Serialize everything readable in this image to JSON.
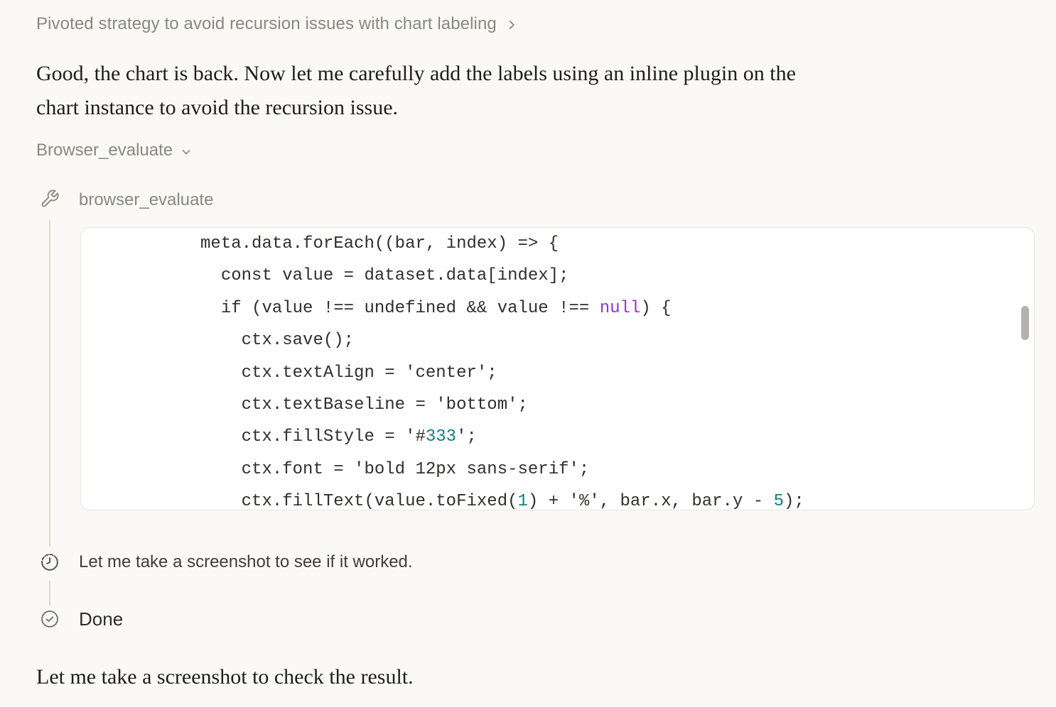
{
  "colors": {
    "page_bg": "#FAF9F5",
    "text_muted": "#8A877E",
    "text_body": "#1E1D1A",
    "step_text": "#3F3E39",
    "border": "#E7E5DF",
    "connector": "#DCDAD2",
    "scrollbar": "#B4B2AE",
    "code_bg": "#FFFFFF",
    "code_default": "#2F2F2C",
    "code_number": "#0E7C87",
    "code_keyword": "#9134D8"
  },
  "thinking_header": {
    "title": "Pivoted strategy to avoid recursion issues with chart labeling",
    "chevron_icon": "chevron-right-icon"
  },
  "message": {
    "paragraph_lines": [
      "Good, the chart is back. Now let me carefully add the labels using an inline plugin on the",
      "chart instance to avoid the recursion issue."
    ],
    "closing_text": "Let me take a screenshot to check the result."
  },
  "tool_section": {
    "dropdown_label": "Browser_evaluate",
    "dropdown_icon": "chevron-down-icon",
    "tool_name": "browser_evaluate",
    "tool_icon": "wrench-icon",
    "steps": [
      {
        "icon": "clock-icon",
        "text": "Let me take a screenshot to see if it worked."
      },
      {
        "icon": "check-circle-icon",
        "text": "Done"
      }
    ]
  },
  "code_block": {
    "has_vertical_scrollbar": true,
    "lines": [
      {
        "segments": [
          {
            "text": "          meta.data.forEach((bar, index) => {",
            "color": "code_default"
          }
        ]
      },
      {
        "segments": [
          {
            "text": "            const value = dataset.data[index];",
            "color": "code_default"
          }
        ]
      },
      {
        "segments": [
          {
            "text": "            if (value !== undefined && value !== ",
            "color": "code_default"
          },
          {
            "text": "null",
            "color": "code_keyword"
          },
          {
            "text": ") {",
            "color": "code_default"
          }
        ]
      },
      {
        "segments": [
          {
            "text": "              ctx.save();",
            "color": "code_default"
          }
        ]
      },
      {
        "segments": [
          {
            "text": "              ctx.textAlign = 'center';",
            "color": "code_default"
          }
        ]
      },
      {
        "segments": [
          {
            "text": "              ctx.textBaseline = 'bottom';",
            "color": "code_default"
          }
        ]
      },
      {
        "segments": [
          {
            "text": "              ctx.fillStyle = '#",
            "color": "code_default"
          },
          {
            "text": "333",
            "color": "code_number"
          },
          {
            "text": "';",
            "color": "code_default"
          }
        ]
      },
      {
        "segments": [
          {
            "text": "              ctx.font = 'bold 12px sans-serif';",
            "color": "code_default"
          }
        ]
      },
      {
        "segments": [
          {
            "text": "              ctx.fillText(value.toFixed(",
            "color": "code_default"
          },
          {
            "text": "1",
            "color": "code_number"
          },
          {
            "text": ") + '%', bar.x, bar.y - ",
            "color": "code_default"
          },
          {
            "text": "5",
            "color": "code_number"
          },
          {
            "text": ");",
            "color": "code_default"
          }
        ]
      }
    ]
  }
}
